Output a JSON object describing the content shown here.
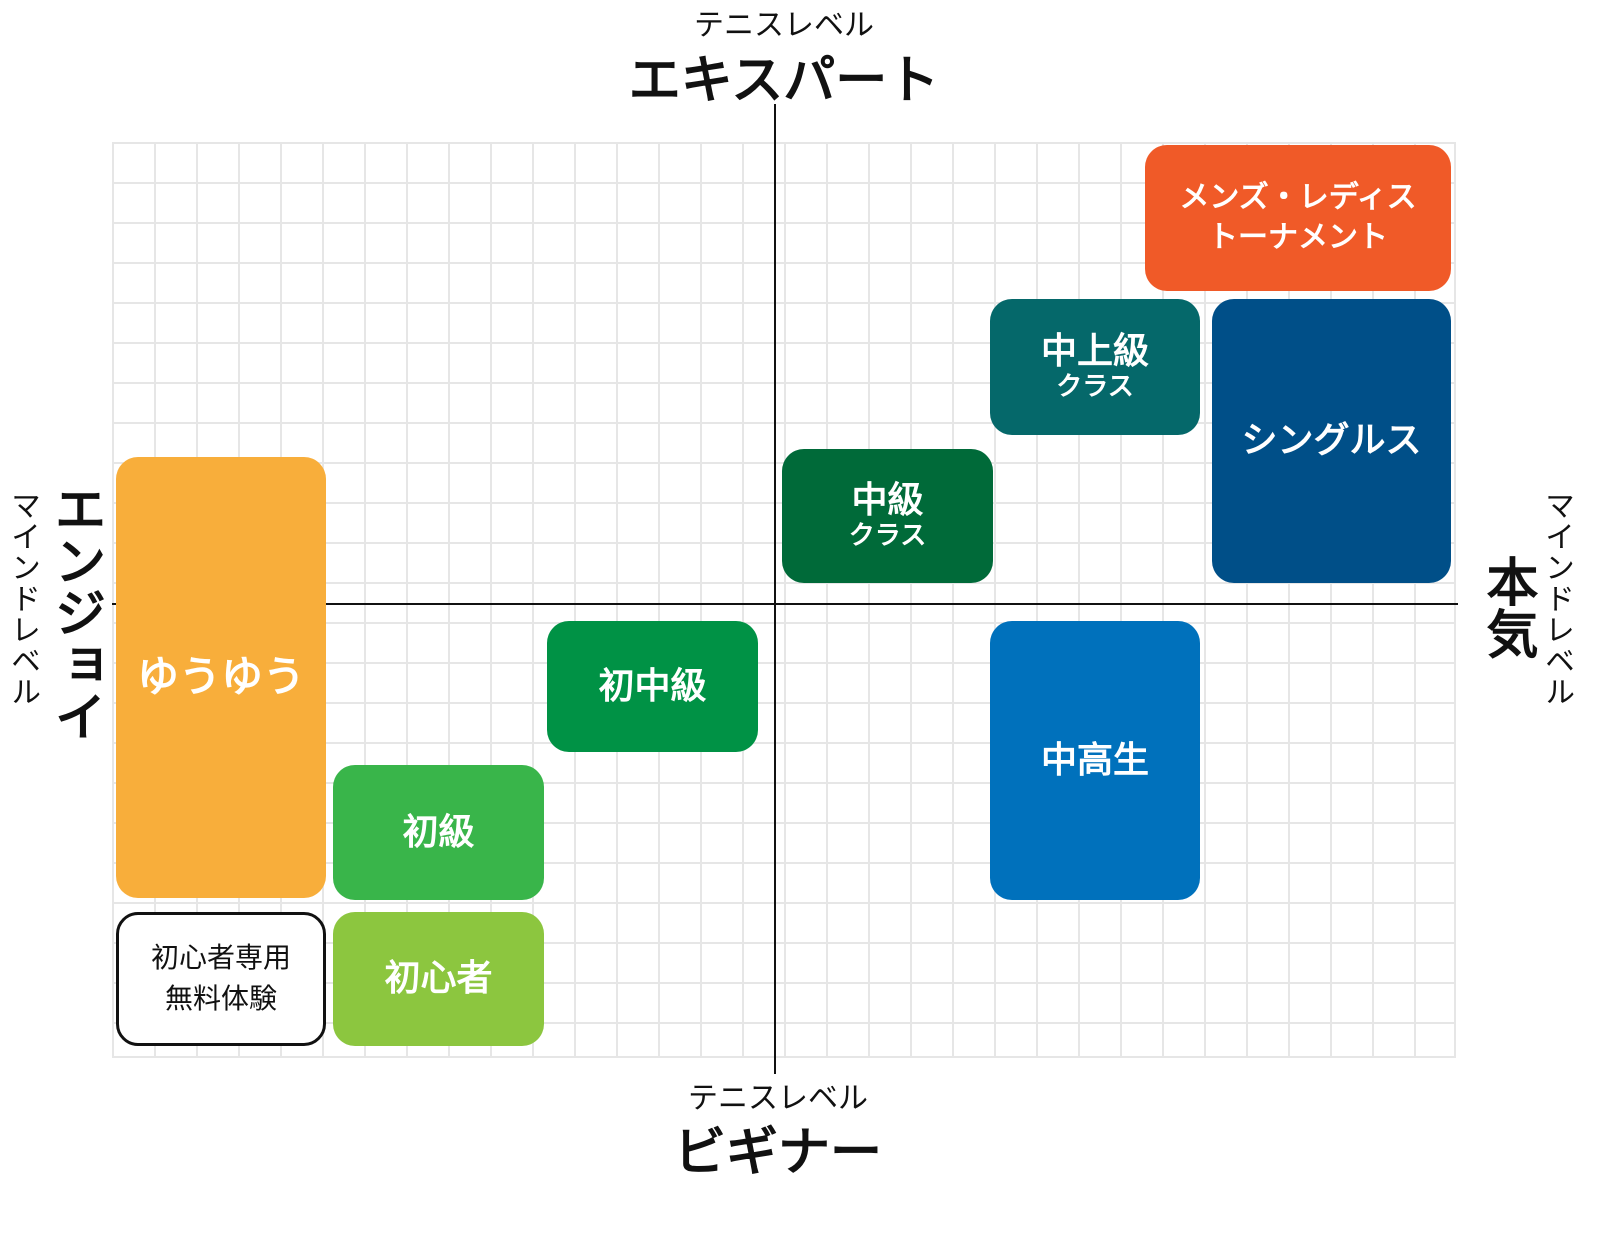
{
  "axes": {
    "top": {
      "sub": "テニスレベル",
      "main": "エキスパート"
    },
    "bottom": {
      "sub": "テニスレベル",
      "main": "ビギナー"
    },
    "left": {
      "sub": "マインドレベル",
      "main": "エンジョイ"
    },
    "right": {
      "sub": "マインドレベル",
      "main": "本気"
    }
  },
  "boxes": {
    "mens_ladies": {
      "line1": "メンズ・レディス",
      "line2": "トーナメント",
      "color": "#f05a28"
    },
    "upper_intermediate": {
      "line1": "中上級",
      "line2": "クラス",
      "color": "#05686a"
    },
    "singles": {
      "line1": "シングルス",
      "color": "#004f88"
    },
    "intermediate": {
      "line1": "中級",
      "line2": "クラス",
      "color": "#006a39"
    },
    "yuuyuu": {
      "line1": "ゆうゆう",
      "color": "#f8ae3b"
    },
    "beginner_intermediate": {
      "line1": "初中級",
      "color": "#009245"
    },
    "junior_high": {
      "line1": "中高生",
      "color": "#0071bc"
    },
    "beginner": {
      "line1": "初級",
      "color": "#39b54a"
    },
    "novice": {
      "line1": "初心者",
      "color": "#8cc63f"
    },
    "free_trial": {
      "line1": "初心者専用",
      "line2": "無料体験",
      "color": "#ffffff"
    }
  }
}
